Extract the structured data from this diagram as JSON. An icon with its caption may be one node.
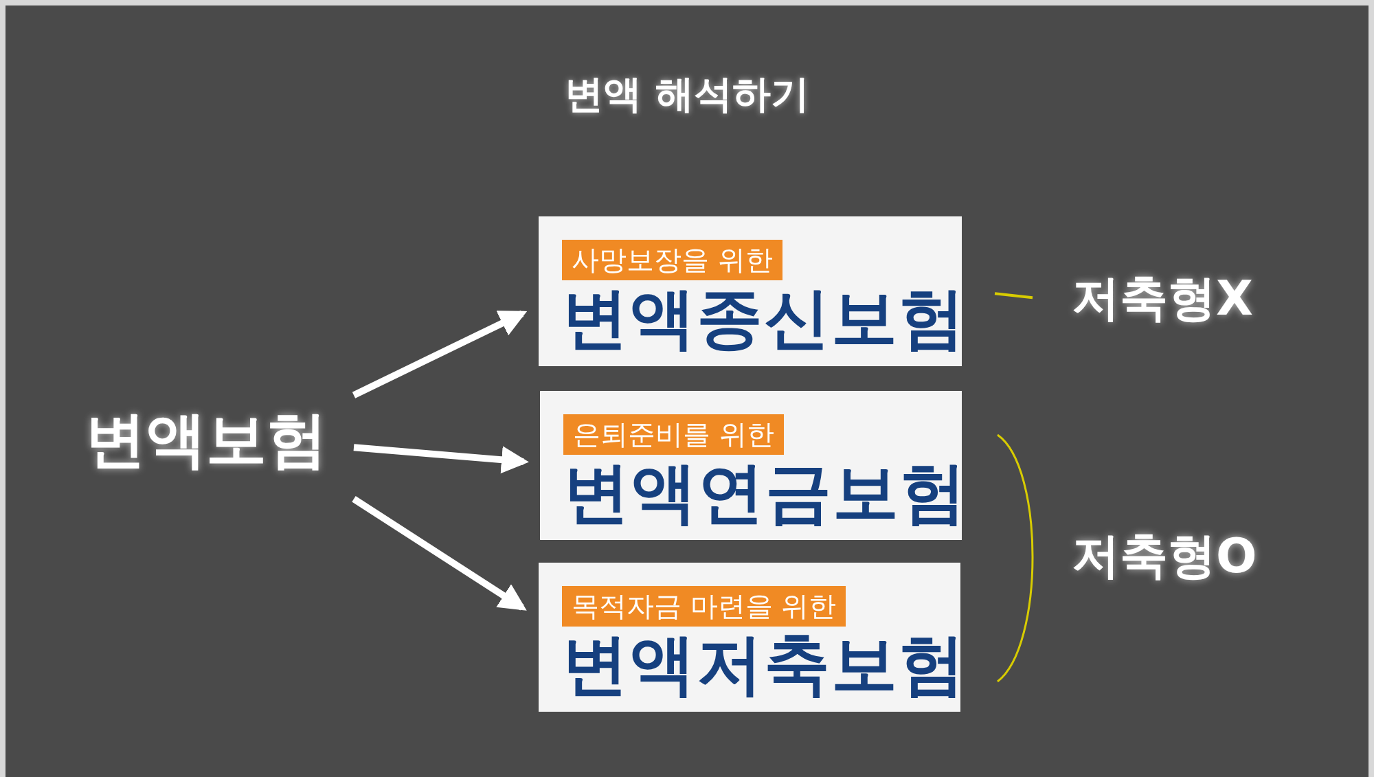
{
  "diagram": {
    "title": "변액 해석하기",
    "nodes": [
      {
        "text": [
          "변액보험"
        ]
      },
      {
        "text": [
          "사망보장을 위한",
          "변액종신보험"
        ]
      },
      {
        "text": [
          "은퇴준비를 위한",
          "변액연금보험"
        ]
      },
      {
        "text": [
          "목적자금 마련을 위한",
          "변액저축보험"
        ]
      },
      {
        "text": [
          "저축형X"
        ]
      },
      {
        "text": [
          "저축형O"
        ]
      }
    ],
    "edges": [
      {
        "from": 0,
        "to": 1,
        "arrow": "to"
      },
      {
        "from": 0,
        "to": 2,
        "arrow": "to"
      },
      {
        "from": 0,
        "to": 3,
        "arrow": "to"
      },
      {
        "from": 1,
        "to": 4,
        "arrow": "none",
        "color": "#d8cc00"
      }
    ]
  }
}
